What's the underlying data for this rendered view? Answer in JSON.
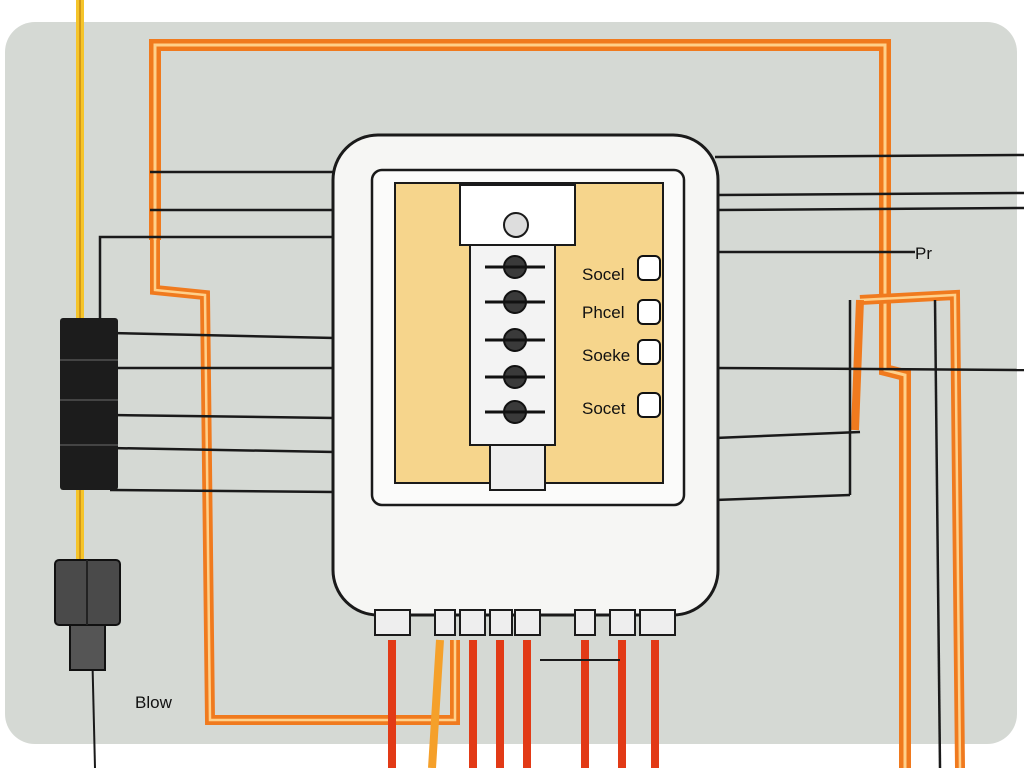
{
  "title": "Wiring diagram illustration",
  "labels": {
    "socket_1": "Socel",
    "socket_2": "Phcel",
    "socket_3": "Soeke",
    "socket_4": "Socet",
    "right_label": "Pr",
    "bottom_left_label": "Blow"
  },
  "colors": {
    "background_panel": "#d5d9d4",
    "wire_orange": "#f07a1e",
    "wire_red": "#e23a16",
    "wire_yellow": "#f5c42a",
    "wire_black": "#1a1a1a",
    "box_white": "#f6f6f4",
    "inner_yellow": "#f6d58c"
  }
}
